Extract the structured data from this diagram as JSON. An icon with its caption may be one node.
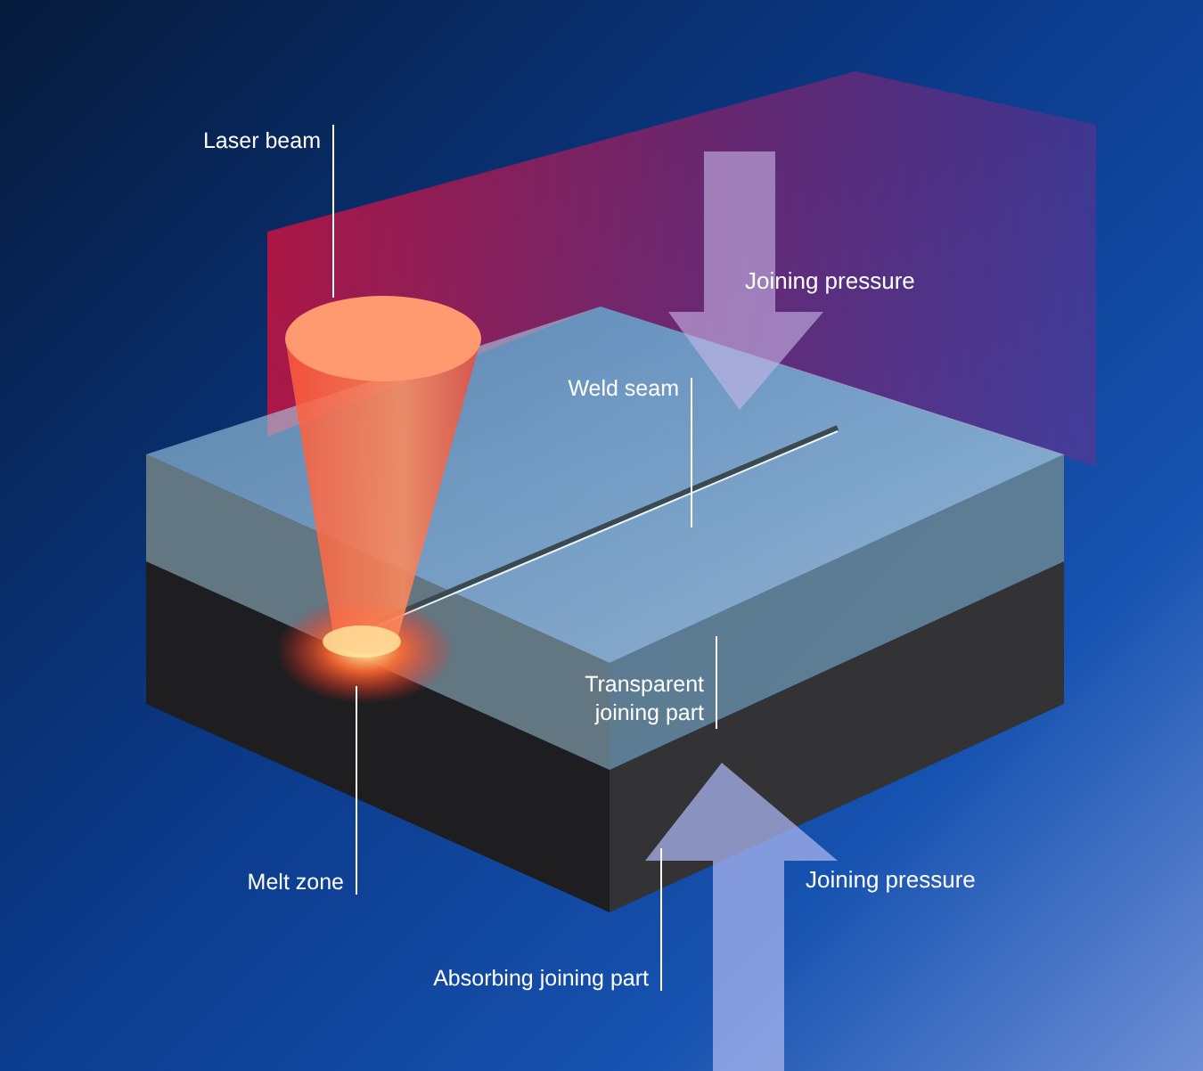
{
  "diagram": {
    "nodes": [
      {
        "text": [
          "Laser beam"
        ]
      },
      {
        "text": [
          "Weld seam"
        ]
      },
      {
        "text": [
          "Transparent joining part"
        ]
      },
      {
        "text": [
          "Melt zone"
        ]
      },
      {
        "text": [
          "Absorbing joining part"
        ]
      }
    ],
    "edges": [
      {
        "from": 0,
        "to": null,
        "arrow": "none"
      },
      {
        "from": 1,
        "to": null,
        "arrow": "none"
      },
      {
        "from": 2,
        "to": null,
        "arrow": "none"
      },
      {
        "from": 3,
        "to": null,
        "arrow": "none"
      },
      {
        "from": 4,
        "to": null,
        "arrow": "none"
      }
    ],
    "labels": [
      "Joining pressure",
      "Joining pressure"
    ]
  }
}
